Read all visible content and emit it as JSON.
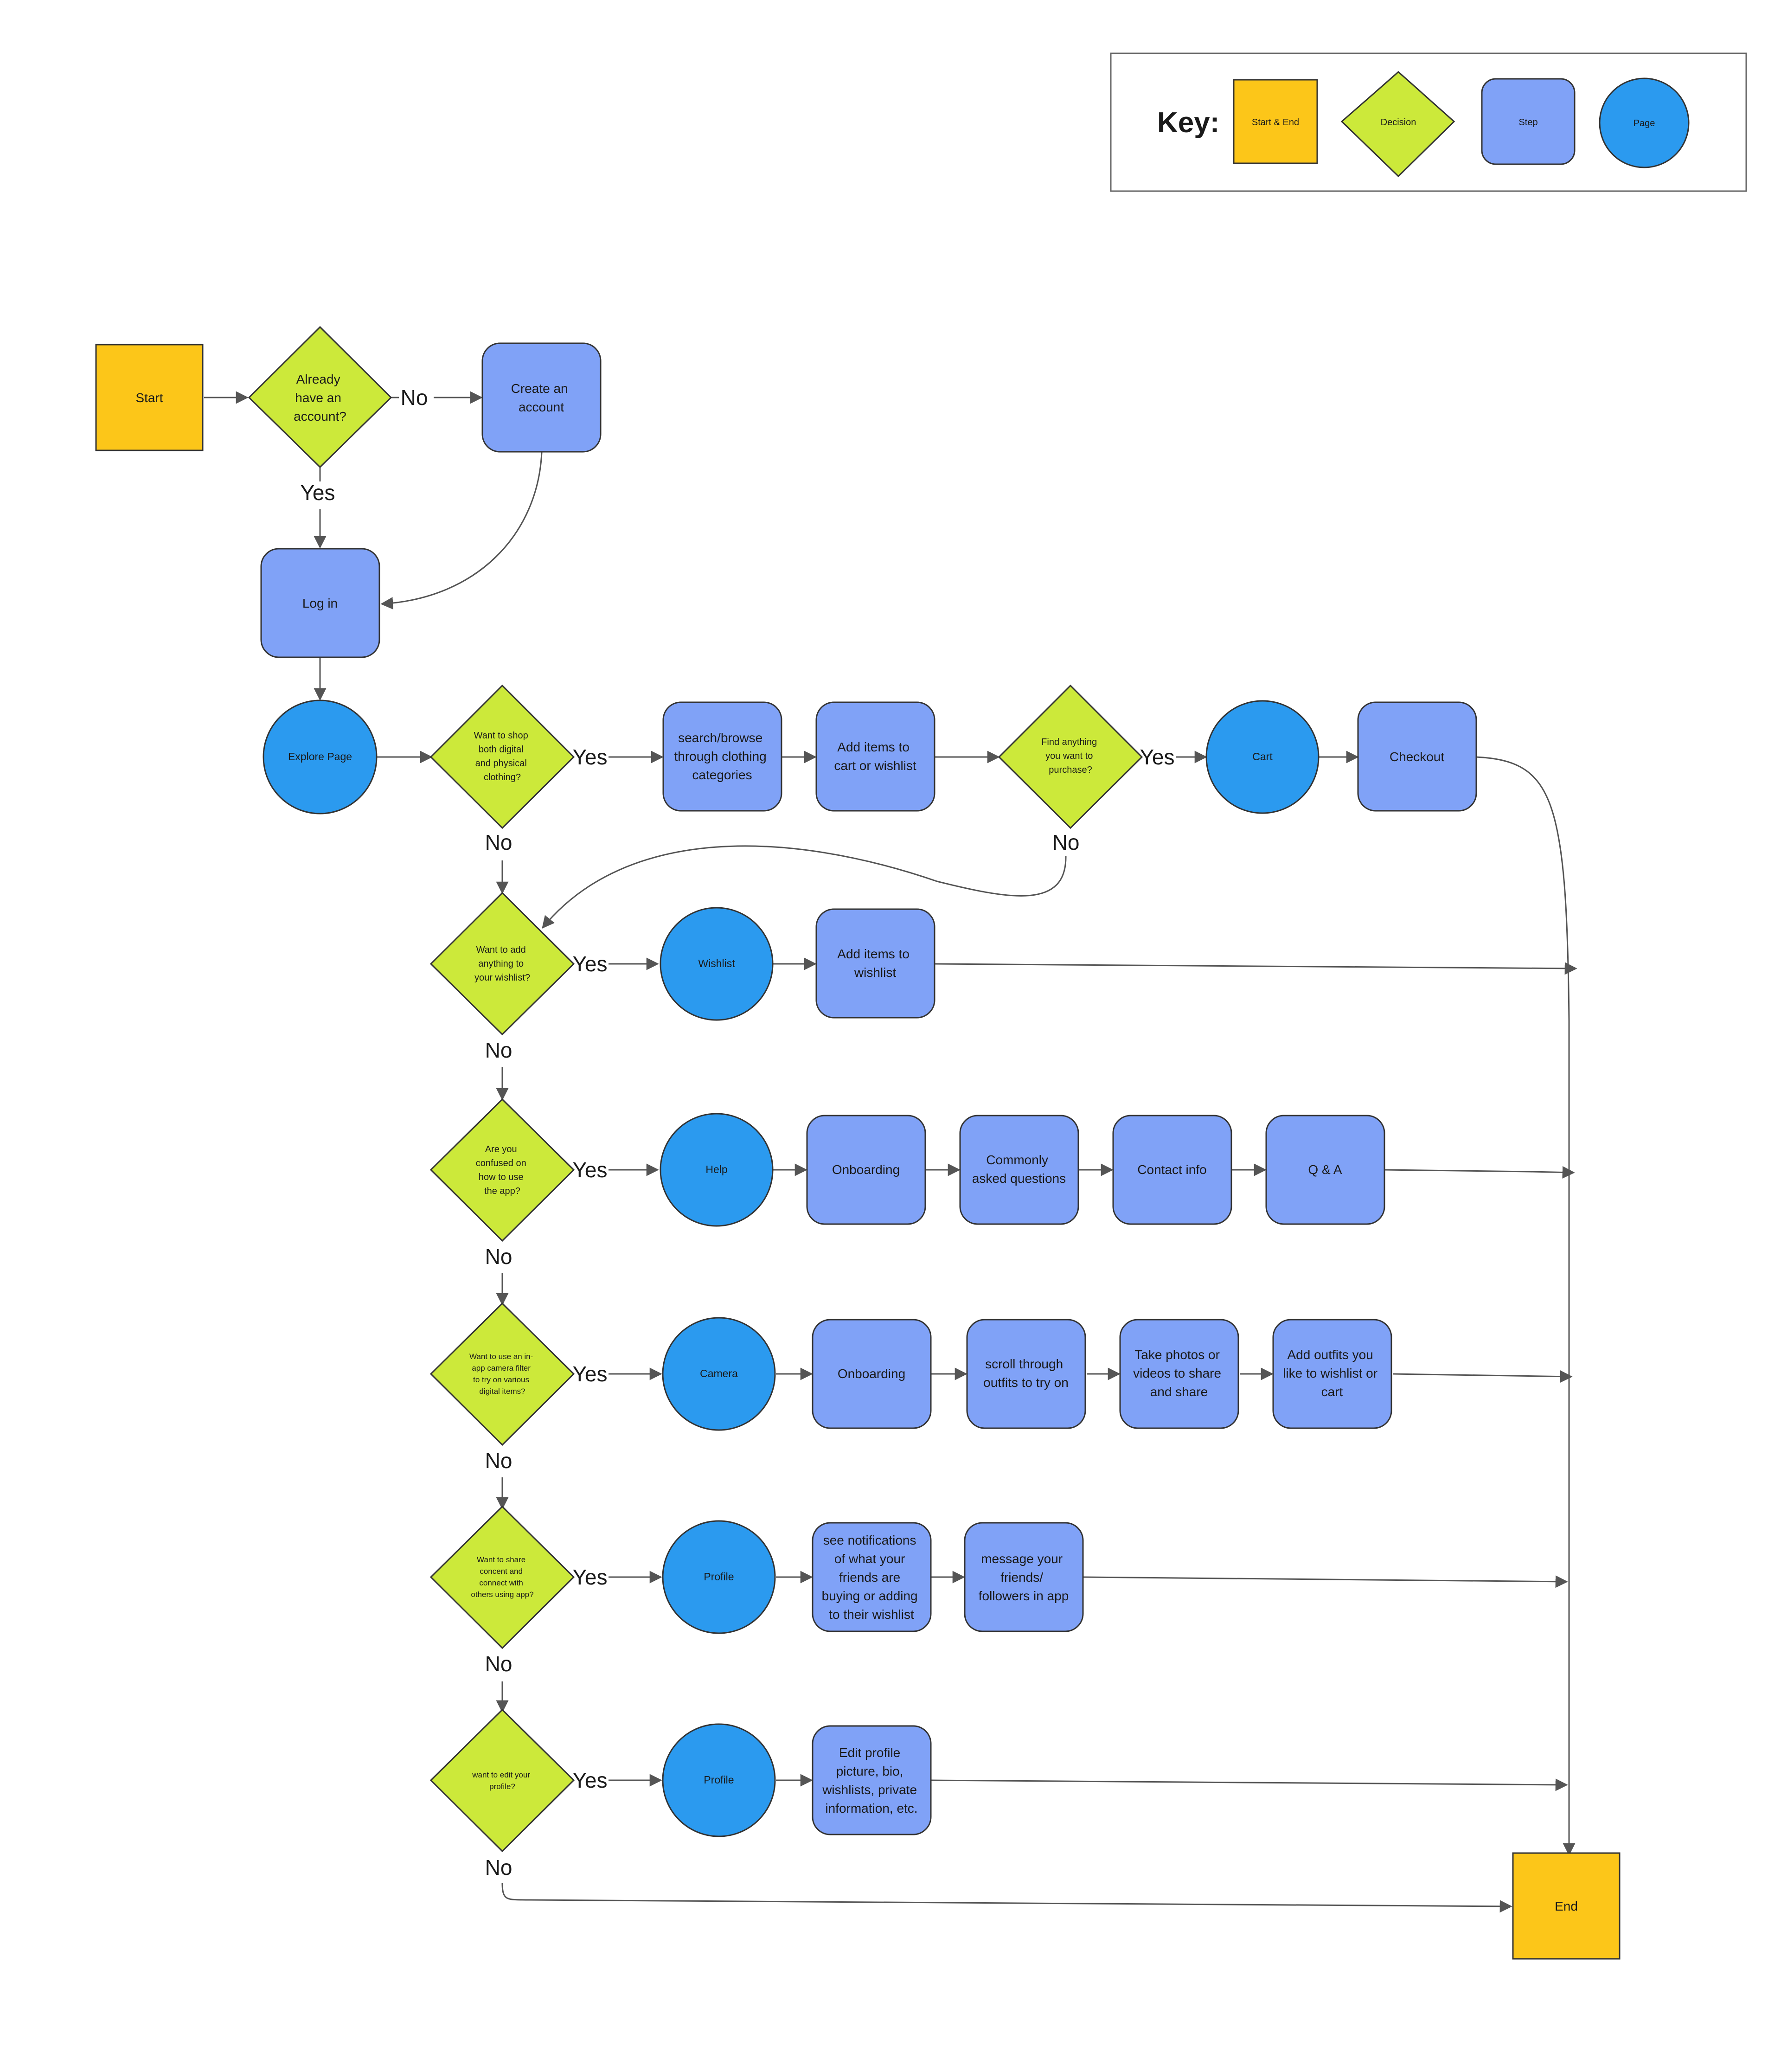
{
  "colors": {
    "start_end": "#FCC619",
    "decision": "#CCE93A",
    "step": "#80A2F7",
    "page": "#2B9AEF",
    "line": "#555555",
    "outline": "#333333"
  },
  "key": {
    "title": "Key:",
    "start_end": "Start & End",
    "decision": "Decision",
    "step": "Step",
    "page": "Page"
  },
  "edge_labels": {
    "yes": "Yes",
    "no": "No"
  },
  "nodes": {
    "start": "Start",
    "already_account": [
      "Already",
      "have an",
      "account?"
    ],
    "create_account": [
      "Create an",
      "account"
    ],
    "log_in": "Log in",
    "explore_page": "Explore Page",
    "want_shop": [
      "Want to shop",
      "both digital",
      "and physical",
      "clothing?"
    ],
    "search_browse": [
      "search/browse",
      "through clothing",
      "categories"
    ],
    "add_cart_wishlist": [
      "Add items to",
      "cart or wishlist"
    ],
    "find_anything": [
      "Find anything",
      "you want to",
      "purchase?"
    ],
    "cart": "Cart",
    "checkout": "Checkout",
    "want_wishlist": [
      "Want to add",
      "anything to",
      "your wishlist?"
    ],
    "wishlist": "Wishlist",
    "add_wishlist": [
      "Add items to",
      "wishlist"
    ],
    "confused": [
      "Are you",
      "confused on",
      "how to use",
      "the app?"
    ],
    "help": "Help",
    "help_onboarding": "Onboarding",
    "common_questions": [
      "Commonly",
      "asked questions"
    ],
    "contact_info": "Contact info",
    "qa": "Q & A",
    "camera_decision": [
      "Want to use an in-",
      "app camera filter",
      "to try on various",
      "digital items?"
    ],
    "camera": "Camera",
    "camera_onboarding": "Onboarding",
    "scroll_outfits": [
      "scroll through",
      "outfits to try on"
    ],
    "take_photos": [
      "Take photos or",
      "videos to share",
      "and share"
    ],
    "add_outfits": [
      "Add outfits you",
      "like to wishlist or",
      "cart"
    ],
    "share_decision": [
      "Want to share",
      "concent and",
      "connect with",
      "others using app?"
    ],
    "profile_1": "Profile",
    "notifications": [
      "see notifications",
      "of what your",
      "friends are",
      "buying or adding",
      "to their wishlist"
    ],
    "message_friends": [
      "message your",
      "friends/",
      "followers in app"
    ],
    "edit_decision": [
      "want to edit your",
      "profile?"
    ],
    "profile_2": "Profile",
    "edit_profile": [
      "Edit profile",
      "picture, bio,",
      "wishlists, private",
      "information, etc."
    ],
    "end": "End"
  }
}
